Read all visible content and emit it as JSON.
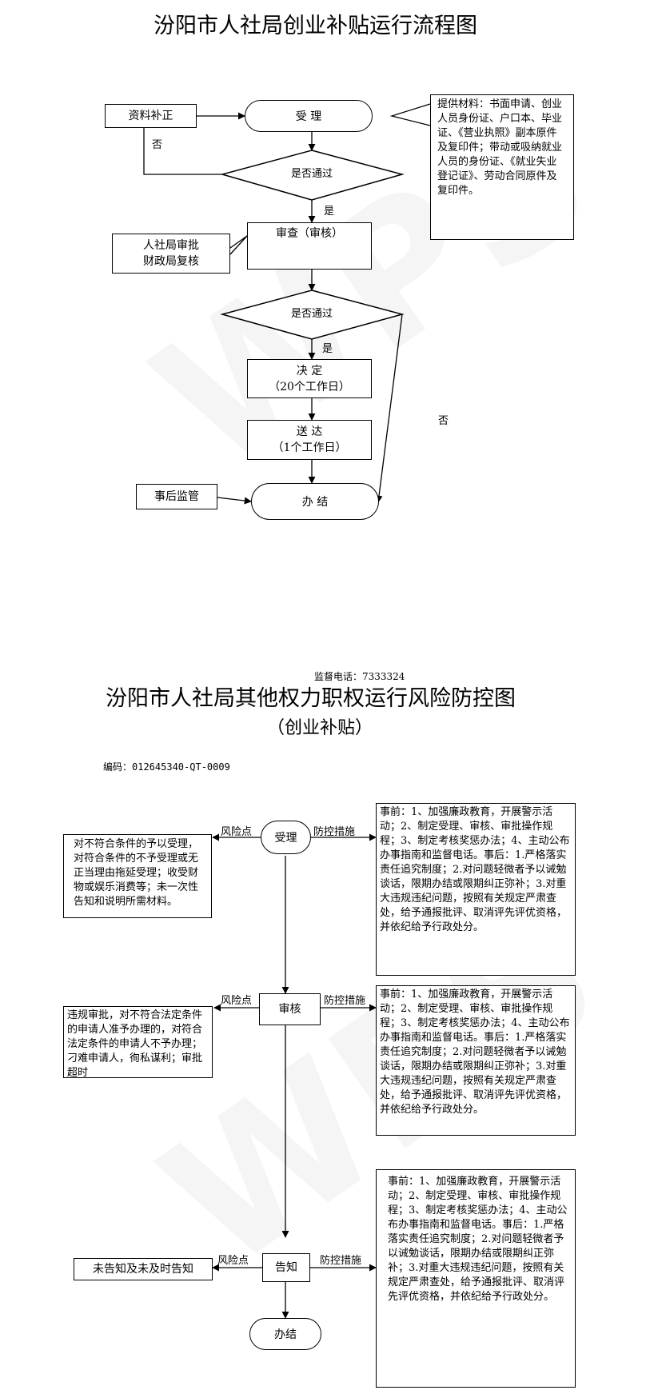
{
  "flow1": {
    "title": "汾阳市人社局创业补贴运行流程图",
    "supplement": "资料补正",
    "accept": "受  理",
    "materials": "提供材料：书面申请、创业人员身份证、户口本、毕业证、《营业执照》副本原件及复印件；带动或吸纳就业人员的身份证、《就业失业登记证》、劳动合同原件及复印件。",
    "pass_q1": "是否通过",
    "no_1": "否",
    "yes_1": "是",
    "review": "审查（审核）",
    "review_note_1": "人社局审批",
    "review_note_2": "财政局复核",
    "pass_q2": "是否通过",
    "yes_2": "是",
    "no_2": "否",
    "decision_1": "决  定",
    "decision_2": "（20个工作日）",
    "deliver_1": "送  达",
    "deliver_2": "（1个工作日）",
    "supervise": "事后监管",
    "finish": "办  结"
  },
  "flow2": {
    "phone": "监督电话：7333324",
    "title": "汾阳市人社局其他权力职权运行风险防控图",
    "subtitle": "（创业补贴）",
    "code": "编码：012645340-QT-0009",
    "risk_label": "风险点",
    "control_label": "防控措施",
    "step_accept": "受理",
    "step_review": "审核",
    "step_notify": "告知",
    "step_finish": "办结",
    "risk_accept": "对不符合条件的予以受理，对符合条件的不予受理或无正当理由拖延受理；收受财物或娱乐消费等；未一次性告知和说明所需材料。",
    "risk_review": "违规审批，对不符合法定条件的申请人准予办理的，对符合法定条件的申请人不予办理；刁难申请人，徇私谋利；审批超时",
    "risk_notify": "未告知及未及时告知",
    "control_accept": "事前：1、加强廉政教育，开展警示活动；2、制定受理、审核、审批操作规程；3、制定考核奖惩办法；4、主动公布办事指南和监督电话。事后：1.严格落实责任追究制度；2.对问题轻微者予以诫勉谈话，限期办结或限期纠正弥补；3.对重大违规违纪问题，按照有关规定严肃查处，给予通报批评、取消评先评优资格，并依纪给予行政处分。",
    "control_review": "事前：1、加强廉政教育，开展警示活动；2、制定受理、审核、审批操作规程；3、制定考核奖惩办法；4、主动公布办事指南和监督电话。事后：1.严格落实责任追究制度；2.对问题轻微者予以诫勉谈话，限期办结或限期纠正弥补；3.对重大违规违纪问题，按照有关规定严肃查处，给予通报批评、取消评先评优资格，并依纪给予行政处分。",
    "control_notify": "事前：1、加强廉政教育，开展警示活动；2、制定受理、审核、审批操作规程；3、制定考核奖惩办法；4、主动公布办事指南和监督电话。事后：1.严格落实责任追究制度；2.对问题轻微者予以诫勉谈话，限期办结或限期纠正弥补；3.对重大违规违纪问题，按照有关规定严肃查处，给予通报批评、取消评先评优资格，并依纪给予行政处分。"
  },
  "watermark": "WPS"
}
